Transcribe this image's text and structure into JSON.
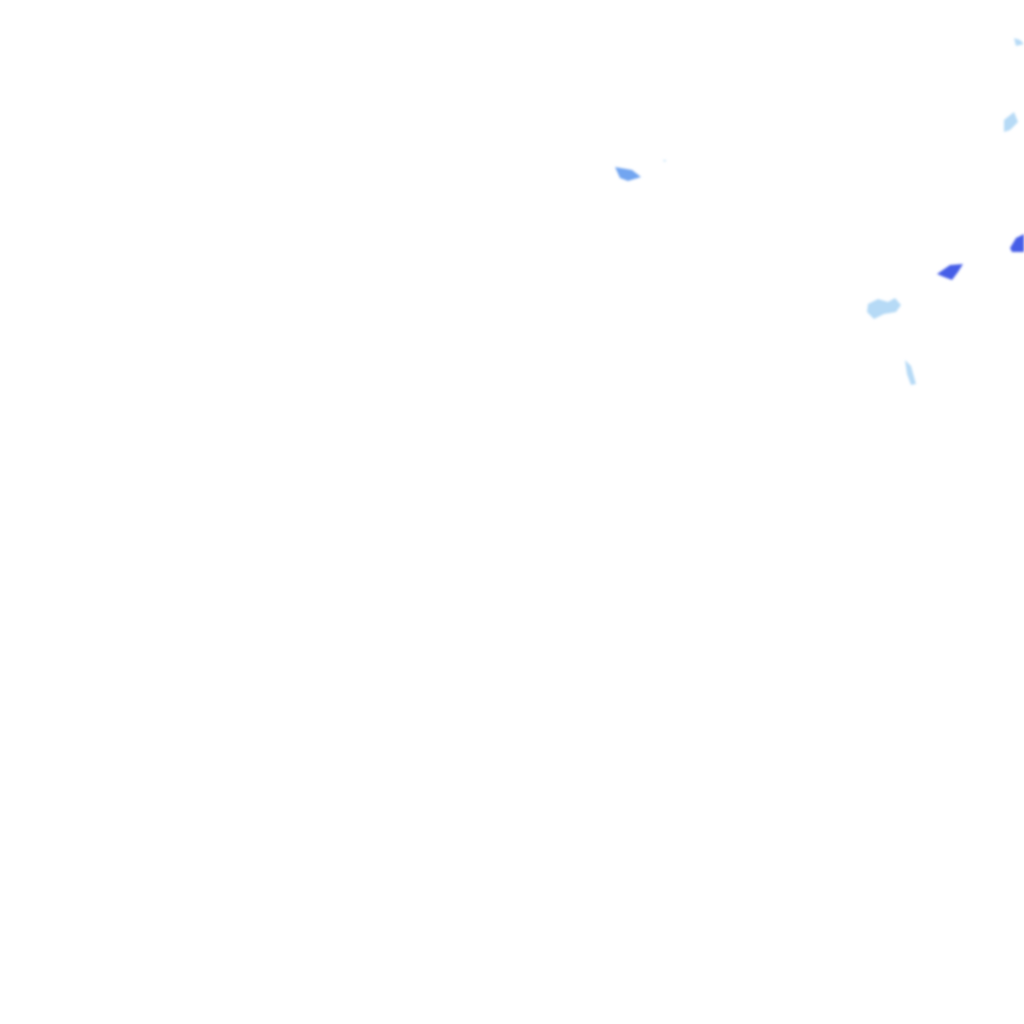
{
  "map": {
    "background_color": "#ffffff",
    "layer": "precipitation-radar-overlay",
    "palette": {
      "light": "#a9d4f5",
      "medium": "#6aa0ef",
      "strong": "#3b55e6"
    },
    "echoes": [
      {
        "id": "echo-1",
        "intensity": "medium"
      },
      {
        "id": "echo-2",
        "intensity": "light"
      },
      {
        "id": "echo-3",
        "intensity": "light"
      },
      {
        "id": "echo-4",
        "intensity": "strong"
      },
      {
        "id": "echo-5",
        "intensity": "strong"
      },
      {
        "id": "echo-6",
        "intensity": "light"
      },
      {
        "id": "echo-7",
        "intensity": "light"
      },
      {
        "id": "echo-8",
        "intensity": "light"
      }
    ]
  }
}
